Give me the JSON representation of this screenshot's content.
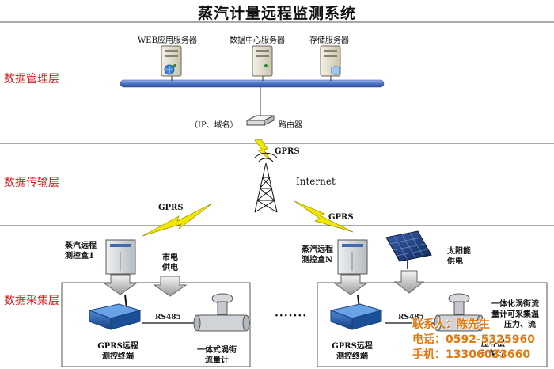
{
  "title": "蒸汽计量远程监测系统",
  "layers": {
    "management": "数据管理层",
    "transmission": "数据传输层",
    "collection": "数据采集层"
  },
  "servers": {
    "web": "WEB应用服务器",
    "datacenter": "数据中心服务器",
    "storage": "存储服务器"
  },
  "network": {
    "ip_domain": "（IP、域名）",
    "router": "路由器",
    "gprs": "GPRS",
    "internet": "Internet"
  },
  "site1": {
    "box_line1": "蒸汽远程",
    "box_line2": "测控盒1",
    "power_line1": "市电",
    "power_line2": "供电",
    "terminal_line1": "GPRS远程",
    "terminal_line2": "测控终端",
    "rs485": "RS485",
    "meter_line1": "一体式涡街",
    "meter_line2": "流量计"
  },
  "ellipsis": "·······",
  "siteN": {
    "box_line1": "蒸汽远程",
    "box_line2": "测控盒N",
    "solar_line1": "太阳能",
    "solar_line2": "供电",
    "terminal_line1": "GPRS远程",
    "terminal_line2": "测控终端",
    "rs485": "RS485",
    "meter_line1": "一体化涡街流",
    "meter_line2": "量计可采集温",
    "meter_line3": "压力、流",
    "meter_line4": "压补偿",
    "meter_line5": "流量计"
  },
  "contact": {
    "person": "联系人：陈先生",
    "phone": "电话：0592-5325960",
    "mobile": "手机：13306033660"
  },
  "colors": {
    "layer_label": "#d01c1c",
    "bus_blue": "#4a72c4",
    "lightning": "#f2e600",
    "contact": "#e07a10",
    "terminal_blue": "#1e5aa8"
  }
}
